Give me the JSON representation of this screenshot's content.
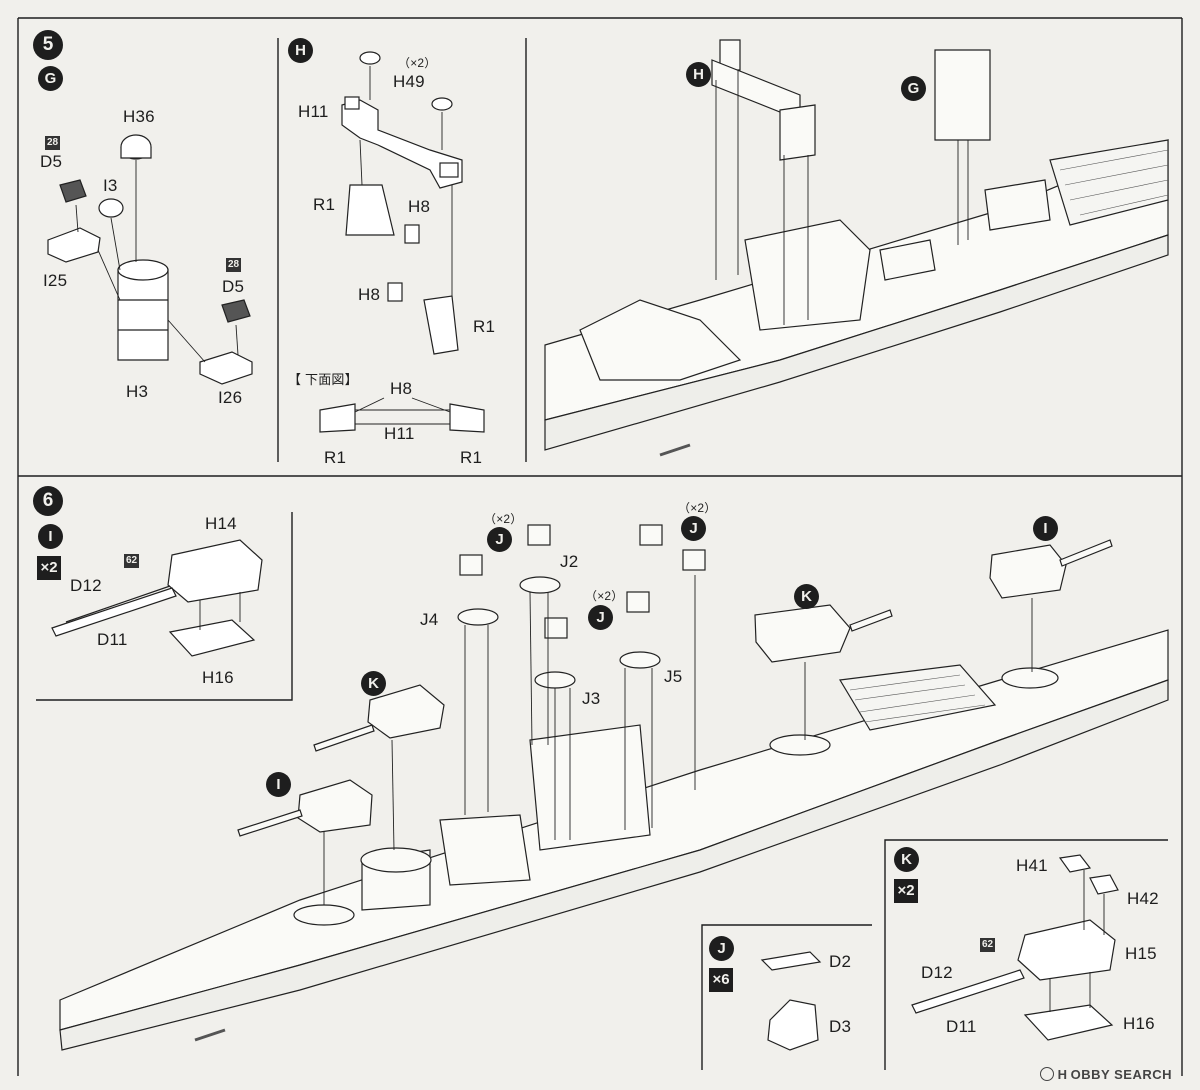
{
  "steps": {
    "s5": "5",
    "s6": "6"
  },
  "sub_g": {
    "letter": "G",
    "labels": {
      "h36": "H36",
      "d5a": "D5",
      "tag_a": "28",
      "i3": "I3",
      "i25": "I25",
      "d5b": "D5",
      "tag_b": "28",
      "h3": "H3",
      "i26": "I26"
    }
  },
  "sub_h": {
    "letter": "H",
    "labels": {
      "x2": "（×2）",
      "h49": "H49",
      "h11": "H11",
      "r1a": "R1",
      "h8a": "H8",
      "h8b": "H8",
      "r1b": "R1"
    },
    "bottom_view": {
      "title": "【 下面図】",
      "h8": "H8",
      "h11": "H11",
      "r1l": "R1",
      "r1r": "R1"
    }
  },
  "hull5": {
    "h": "H",
    "g": "G"
  },
  "sub_i": {
    "letter": "I",
    "mult": "×2",
    "tag": "62",
    "labels": {
      "h14": "H14",
      "d12": "D12",
      "d11": "D11",
      "h16": "H16"
    }
  },
  "hull6": {
    "k1": "K",
    "i1": "I",
    "x2a": "（×2）",
    "j1": "J",
    "j2": "J2",
    "x2b": "（×2）",
    "j1b": "J",
    "j4": "J4",
    "x2c": "（×2）",
    "j1c": "J",
    "j3": "J3",
    "j5": "J5",
    "k2": "K",
    "i2": "I"
  },
  "sub_j": {
    "letter": "J",
    "mult": "×6",
    "labels": {
      "d2": "D2",
      "d3": "D3"
    }
  },
  "sub_k": {
    "letter": "K",
    "mult": "×2",
    "tag": "62",
    "labels": {
      "h41": "H41",
      "h42": "H42",
      "h15": "H15",
      "d12": "D12",
      "d11": "D11",
      "h16": "H16"
    }
  },
  "watermark": "H OBBY SEARCH"
}
